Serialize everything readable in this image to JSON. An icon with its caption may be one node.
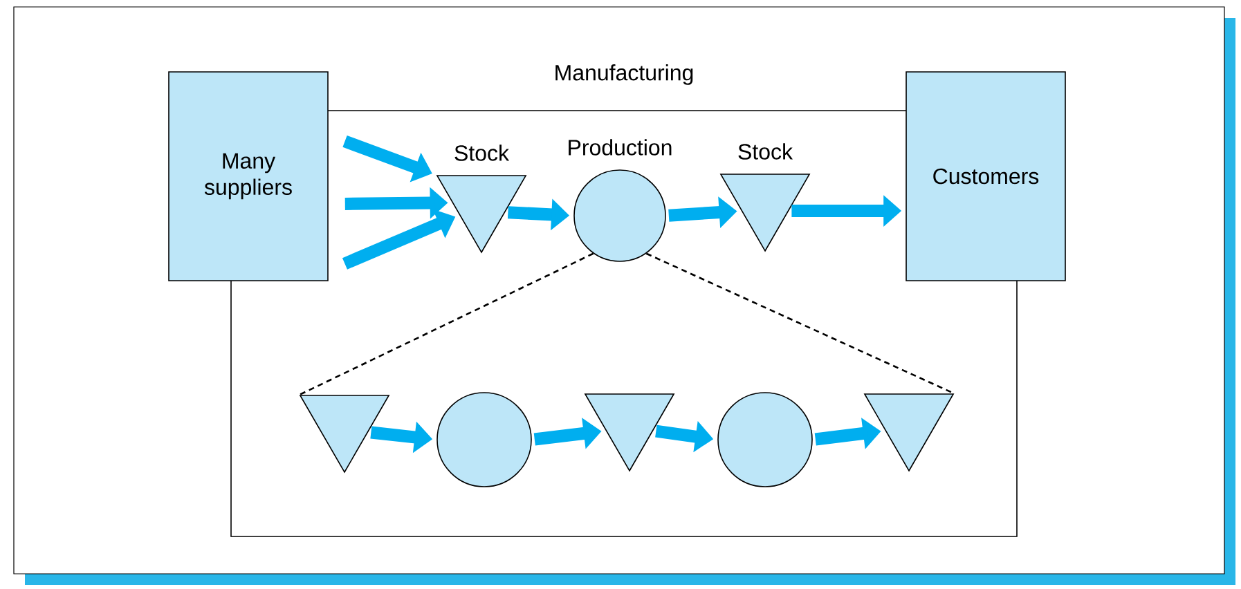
{
  "diagram": {
    "nodes": [
      {
        "text": [
          "Manufacturing"
        ]
      },
      {
        "text": [
          "Many suppliers"
        ]
      },
      {
        "text": [
          "Stock"
        ],
        "in": 0
      },
      {
        "text": [
          "Production"
        ],
        "in": 0
      },
      {
        "text": [
          "Stock"
        ],
        "in": 0
      },
      {
        "text": [
          "Customers"
        ]
      },
      {
        "text": [],
        "shape": "triangle",
        "in": 0
      },
      {
        "text": [],
        "shape": "circle",
        "in": 0
      },
      {
        "text": [],
        "shape": "triangle",
        "in": 0
      },
      {
        "text": [],
        "shape": "circle",
        "in": 0
      },
      {
        "text": [],
        "shape": "triangle",
        "in": 0
      }
    ],
    "edges": [
      {
        "from": 1,
        "to": 2,
        "arrow": "to"
      },
      {
        "from": 1,
        "to": 2,
        "arrow": "to"
      },
      {
        "from": 1,
        "to": 2,
        "arrow": "to"
      },
      {
        "from": 2,
        "to": 3,
        "arrow": "to"
      },
      {
        "from": 3,
        "to": 4,
        "arrow": "to"
      },
      {
        "from": 4,
        "to": 5,
        "arrow": "to"
      },
      {
        "from": 6,
        "to": 7,
        "arrow": "to"
      },
      {
        "from": 7,
        "to": 8,
        "arrow": "to"
      },
      {
        "from": 8,
        "to": 9,
        "arrow": "to"
      },
      {
        "from": 9,
        "to": 10,
        "arrow": "to"
      },
      {
        "from": 3,
        "to": 6,
        "arrow": "none",
        "style": "dashed",
        "color": "#000000"
      },
      {
        "from": 3,
        "to": 10,
        "arrow": "none",
        "style": "dashed",
        "color": "#000000"
      }
    ]
  }
}
